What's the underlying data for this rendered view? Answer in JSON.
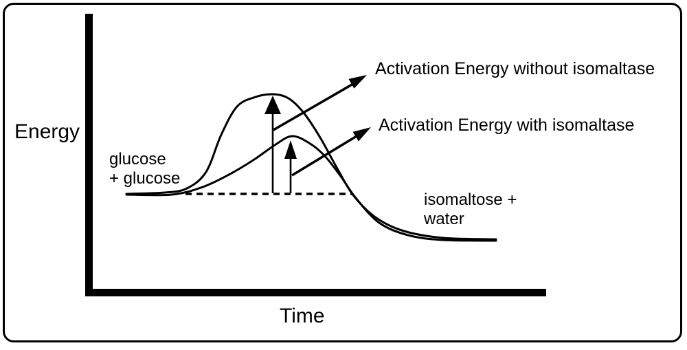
{
  "figure": {
    "background": "#ffffff",
    "line_color": "#000000",
    "border_color": "#000000"
  },
  "axis": {
    "y_label": "Energy",
    "x_label": "Time"
  },
  "annotations": {
    "reactants": {
      "line1": "glucose",
      "line2": "+ glucose"
    },
    "products": {
      "line1": "isomaltose +",
      "line2": "water"
    },
    "activation_without": "Activation Energy without isomaltase",
    "activation_with": "Activation Energy with isomaltase"
  },
  "chart_data": {
    "type": "line",
    "title": "",
    "xlabel": "Time",
    "ylabel": "Energy",
    "qualitative": true,
    "description": "Reaction energy profile for glucose + glucose -> isomaltose + water; the uncatalyzed curve has a higher peak (activation energy) than the isomaltase-catalyzed curve. Dashed baseline marks reactant energy level; vertical arrows show each activation energy.",
    "series": [
      {
        "name": "without isomaltase",
        "points": [
          [
            184,
            282
          ],
          [
            240,
            280
          ],
          [
            272,
            274
          ],
          [
            300,
            250
          ],
          [
            322,
            196
          ],
          [
            345,
            155
          ],
          [
            372,
            141
          ],
          [
            398,
            137
          ],
          [
            420,
            143
          ],
          [
            442,
            164
          ],
          [
            466,
            200
          ],
          [
            492,
            247
          ],
          [
            515,
            285
          ],
          [
            548,
            317
          ],
          [
            588,
            336
          ],
          [
            645,
            346
          ],
          [
            722,
            348
          ]
        ]
      },
      {
        "name": "with isomaltase",
        "points": [
          [
            184,
            283
          ],
          [
            250,
            283
          ],
          [
            295,
            272
          ],
          [
            335,
            253
          ],
          [
            370,
            232
          ],
          [
            400,
            211
          ],
          [
            425,
            198
          ],
          [
            450,
            208
          ],
          [
            472,
            226
          ],
          [
            495,
            255
          ],
          [
            518,
            288
          ],
          [
            552,
            324
          ],
          [
            594,
            342
          ],
          [
            645,
            349
          ],
          [
            722,
            350
          ]
        ]
      }
    ],
    "baseline": {
      "x1": 270,
      "x2": 512,
      "y": 282
    },
    "activation_arrows": [
      {
        "name": "without isomaltase",
        "x": 397,
        "y_from": 281,
        "y_to": 139
      },
      {
        "name": "with isomaltase",
        "x": 423,
        "y_from": 281,
        "y_to": 204
      }
    ]
  }
}
